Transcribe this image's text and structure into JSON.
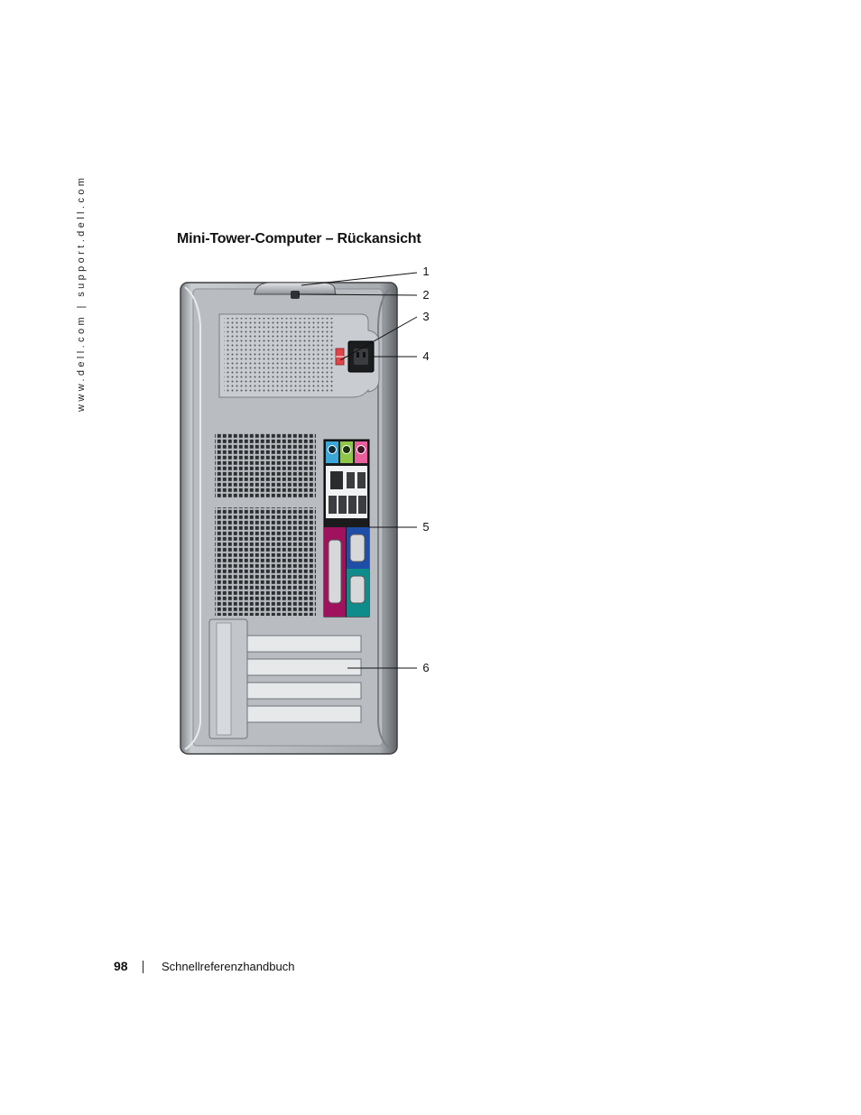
{
  "page": {
    "side_url": "www.dell.com | support.dell.com",
    "title": "Mini-Tower-Computer – Rückansicht",
    "footer_page_number": "98",
    "footer_title": "Schnellreferenzhandbuch"
  },
  "figure": {
    "subject": "mini-tower computer rear view",
    "callouts": [
      "1",
      "2",
      "3",
      "4",
      "5",
      "6"
    ],
    "colors": {
      "chassis": "#b9bdc1",
      "chassis_dark": "#6f7479",
      "voltage_switch": "#e0454a",
      "audio_line_in": "#3aa7d8",
      "audio_line_out": "#8fc64a",
      "audio_mic": "#e85f9b",
      "parallel_port": "#a0125d",
      "vga_port": "#1f4ea8",
      "serial_port": "#0e8c8c"
    },
    "icons": [
      "padlock-ring-icon",
      "voltage-switch-icon",
      "power-connector-icon",
      "back-panel-connectors-icon",
      "expansion-slots-icon"
    ]
  }
}
